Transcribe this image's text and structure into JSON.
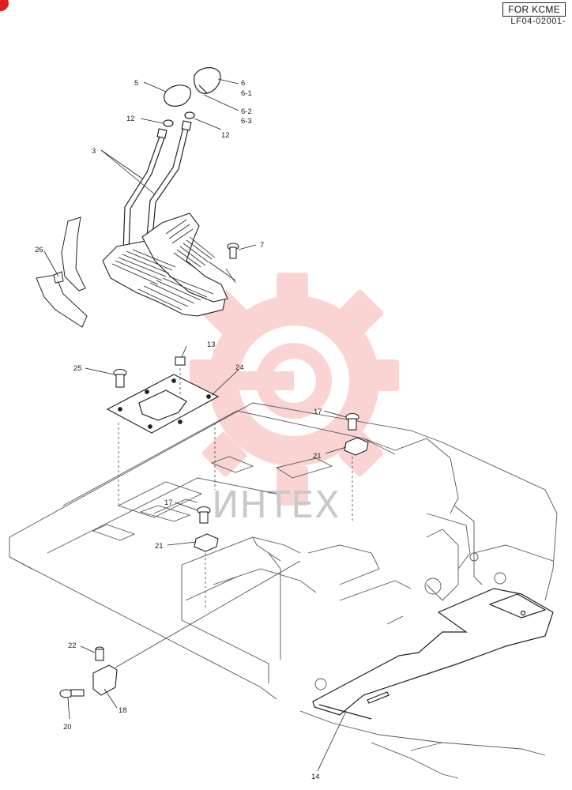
{
  "header": {
    "model_code": "FOR KCME",
    "drawing_ref": "LF04-02001-"
  },
  "watermark": {
    "text": "ИНТЕХ",
    "color": "#e8403a"
  },
  "callouts": {
    "c5": "5",
    "c6": "6",
    "c6_1": "6-1",
    "c6_2": "6-2",
    "c6_3": "6-3",
    "c12a": "12",
    "c12b": "12",
    "c3": "3",
    "c7": "7",
    "c26": "26",
    "c13": "13",
    "c25": "25",
    "c24": "24",
    "c17a": "17",
    "c21a": "21",
    "c17b": "17",
    "c21b": "21",
    "c22": "22",
    "c20": "20",
    "c18": "18",
    "c14": "14"
  }
}
